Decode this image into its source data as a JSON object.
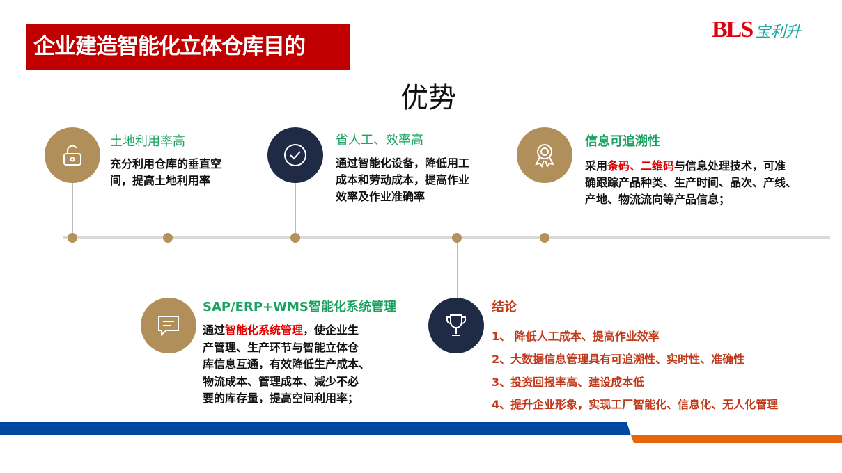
{
  "header": {
    "title": "企业建造智能化立体仓库目的",
    "logo_latin": "BLS",
    "logo_cn": "宝利升",
    "heading": "优势"
  },
  "items": [
    {
      "title": "土地利用率高",
      "body_lines": [
        "充分利用仓库的垂直空",
        "间，提高土地利用率"
      ],
      "icon": "unlock-icon"
    },
    {
      "title": "省人工、效率高",
      "body_lines": [
        "通过智能化设备，降低用工",
        "成本和劳动成本，提高作业",
        "效率及作业准确率"
      ],
      "icon": "check-circle-icon"
    },
    {
      "title": "信息可追溯性",
      "body_pre": "采用",
      "body_hl": "条码、二维码",
      "body_post": "与信息处理技术，可准",
      "body_lines": [
        "确跟踪产品种类、生产时间、品次、产线、",
        "产地、物流流向等产品信息；"
      ],
      "icon": "award-ribbon-icon"
    },
    {
      "title": "SAP/ERP+WMS智能化系统管理",
      "body_pre": "通过",
      "body_hl": "智能化系统管理",
      "body_post": "，使企业生",
      "body_lines": [
        "产管理、生产环节与智能立体仓",
        "库信息互通，有效降低生产成本、",
        "物流成本、管理成本、减少不必",
        "要的库存量，提高空间利用率；"
      ],
      "icon": "chat-message-icon"
    }
  ],
  "conclusion": {
    "title": "结论",
    "points": [
      "1、 降低人工成本、提高作业效率",
      "2、大数据信息管理具有可追溯性、实时性、准确性",
      "3、投资回报率高、建设成本低",
      "4、提升企业形象，实现工厂智能化、信息化、无人化管理"
    ],
    "icon": "trophy-icon"
  },
  "colors": {
    "red": "#c00000",
    "green": "#1aa260",
    "gold": "#b08f5a",
    "navy": "#1f2a44",
    "blue": "#0047a0",
    "orange": "#e8650a"
  }
}
